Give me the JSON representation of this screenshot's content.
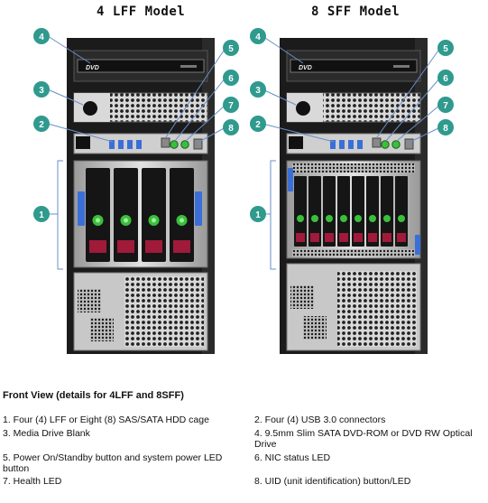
{
  "titles": {
    "left_model": "4 LFF Model",
    "right_model": "8 SFF Model"
  },
  "callouts": [
    "1",
    "2",
    "3",
    "4",
    "5",
    "6",
    "7",
    "8"
  ],
  "drive_tray_label": "DVD",
  "colors": {
    "callout_fill": "#2f9a8d",
    "chassis": "#1b1b1b",
    "bezel_metal": "#c8c8c8",
    "drive_green": "#3bbf3b",
    "drive_latch": "#a01a3a",
    "accent_blue": "#3a6fd8"
  },
  "caption": {
    "title": "Front View (details for 4LFF and 8SFF)",
    "items": [
      {
        "text": "1. Four (4) LFF or Eight (8) SAS/SATA HDD cage"
      },
      {
        "text": "2. Four (4) USB 3.0 connectors"
      },
      {
        "text": "3. Media Drive Blank"
      },
      {
        "text": "4. 9.5mm Slim SATA DVD-ROM or DVD RW Optical Drive"
      },
      {
        "text": "5. Power On/Standby button and system power LED button"
      },
      {
        "text": "6. NIC status LED"
      },
      {
        "text": "7. Health LED"
      },
      {
        "text": "8. UID (unit identification) button/LED"
      }
    ]
  }
}
